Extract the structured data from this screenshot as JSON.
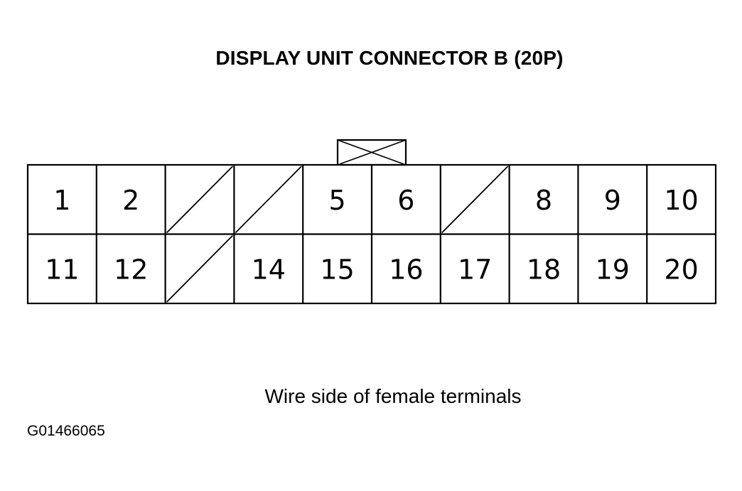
{
  "title": "DISPLAY UNIT CONNECTOR B (20P)",
  "caption": "Wire side of female terminals",
  "figure_id": "G01466065",
  "connector": {
    "columns": 10,
    "rows": 2,
    "cells": [
      {
        "row": 0,
        "col": 0,
        "label": "1"
      },
      {
        "row": 0,
        "col": 1,
        "label": "2"
      },
      {
        "row": 0,
        "col": 2,
        "label": "",
        "empty": true
      },
      {
        "row": 0,
        "col": 3,
        "label": "",
        "empty": true
      },
      {
        "row": 0,
        "col": 4,
        "label": "5"
      },
      {
        "row": 0,
        "col": 5,
        "label": "6"
      },
      {
        "row": 0,
        "col": 6,
        "label": "",
        "empty": true
      },
      {
        "row": 0,
        "col": 7,
        "label": "8"
      },
      {
        "row": 0,
        "col": 8,
        "label": "9"
      },
      {
        "row": 0,
        "col": 9,
        "label": "10"
      },
      {
        "row": 1,
        "col": 0,
        "label": "11"
      },
      {
        "row": 1,
        "col": 1,
        "label": "12"
      },
      {
        "row": 1,
        "col": 2,
        "label": "",
        "empty": true
      },
      {
        "row": 1,
        "col": 3,
        "label": "14"
      },
      {
        "row": 1,
        "col": 4,
        "label": "15"
      },
      {
        "row": 1,
        "col": 5,
        "label": "16"
      },
      {
        "row": 1,
        "col": 6,
        "label": "17"
      },
      {
        "row": 1,
        "col": 7,
        "label": "18"
      },
      {
        "row": 1,
        "col": 8,
        "label": "19"
      },
      {
        "row": 1,
        "col": 9,
        "label": "20"
      }
    ]
  }
}
